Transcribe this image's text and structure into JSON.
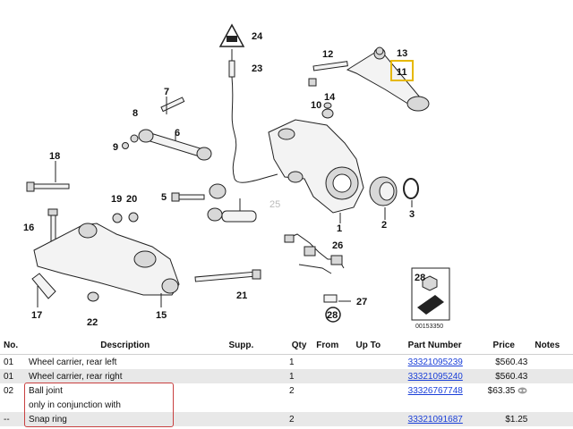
{
  "diagram": {
    "callouts": {
      "c1": "1",
      "c2": "2",
      "c3": "3",
      "c5": "5",
      "c6": "6",
      "c7": "7",
      "c8": "8",
      "c9": "9",
      "c10": "10",
      "c11": "11",
      "c12": "12",
      "c13": "13",
      "c14": "14",
      "c15": "15",
      "c16": "16",
      "c17": "17",
      "c18": "18",
      "c19": "19",
      "c20": "20",
      "c21": "21",
      "c22": "22",
      "c23": "23",
      "c24": "24",
      "c25": "25",
      "c26": "26",
      "c27": "27",
      "c28": "28",
      "c28b": "28"
    },
    "highlighted_callout": "11",
    "highlight_color": "#e6b800",
    "diagram_id": "00153350"
  },
  "table": {
    "headers": {
      "no": "No.",
      "description": "Description",
      "supp": "Supp.",
      "qty": "Qty",
      "from": "From",
      "upto": "Up To",
      "part_number": "Part Number",
      "price": "Price",
      "notes": "Notes"
    },
    "rows": [
      {
        "no": "01",
        "description": "Wheel carrier, rear left",
        "supp": "",
        "qty": "1",
        "from": "",
        "upto": "",
        "part_number": "33321095239",
        "price": "$560.43",
        "notes": ""
      },
      {
        "no": "01",
        "description": "Wheel carrier, rear right",
        "supp": "",
        "qty": "1",
        "from": "",
        "upto": "",
        "part_number": "33321095240",
        "price": "$560.43",
        "notes": ""
      },
      {
        "no": "02",
        "description": "Ball joint",
        "supp": "",
        "qty": "2",
        "from": "",
        "upto": "",
        "part_number": "33326767748",
        "price": "$63.35",
        "notes": ""
      },
      {
        "no": "",
        "description": "only in conjunction with",
        "supp": "",
        "qty": "",
        "from": "",
        "upto": "",
        "part_number": "",
        "price": "",
        "notes": ""
      },
      {
        "no": "--",
        "description": "Snap ring",
        "supp": "",
        "qty": "2",
        "from": "",
        "upto": "",
        "part_number": "33321091687",
        "price": "$1.25",
        "notes": ""
      }
    ],
    "row3_icon": "cart-icon",
    "link_color": "#1a3fd8",
    "highlight_border_color": "#c94040"
  }
}
